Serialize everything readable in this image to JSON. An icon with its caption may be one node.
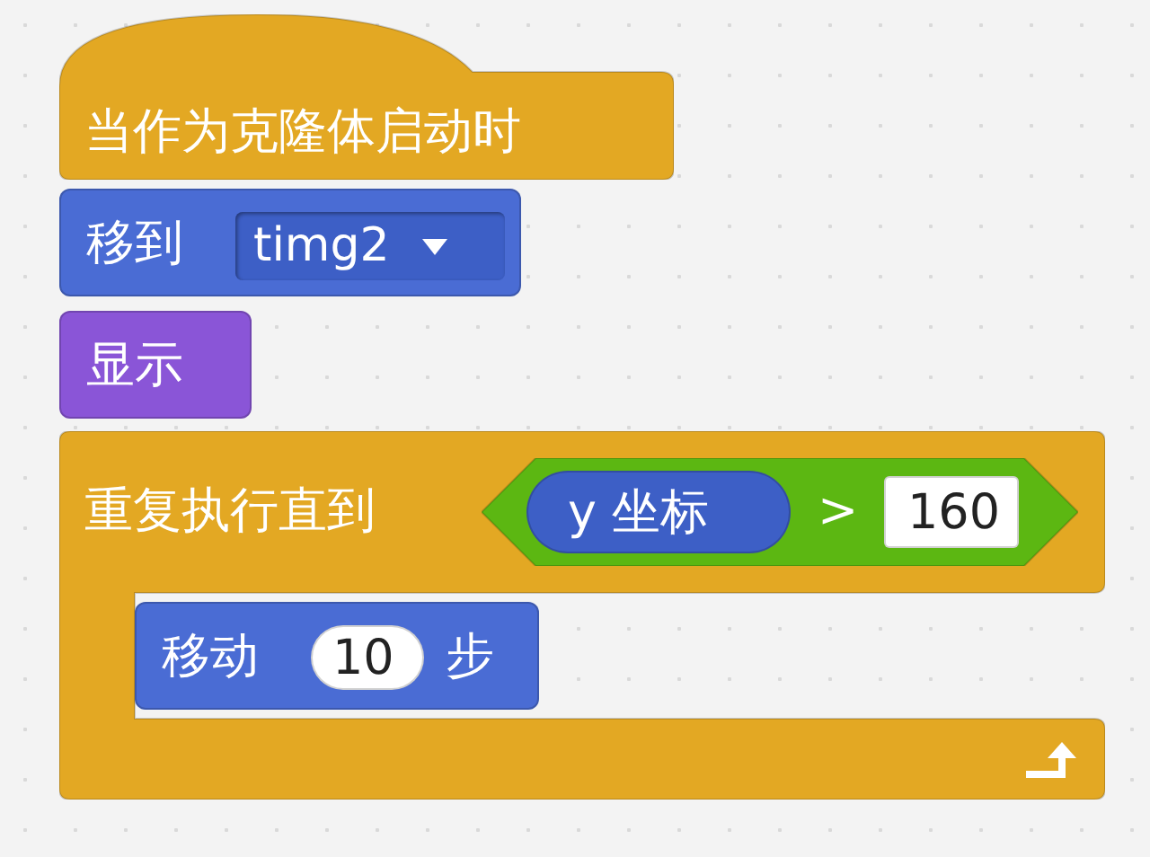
{
  "diagram": {
    "nodes": [
      {
        "text": [
          "当作为克隆体启动时"
        ]
      },
      {
        "text": [
          "移到"
        ]
      },
      {
        "text": [
          "timg2"
        ],
        "in": 1
      },
      {
        "text": [
          "显示"
        ]
      },
      {
        "text": [
          "重复执行直到"
        ]
      },
      {
        "text": [
          ">"
        ],
        "in": 4
      },
      {
        "text": [
          "y 坐标"
        ],
        "in": 5
      },
      {
        "text": [
          "160"
        ],
        "in": 5
      },
      {
        "text": [
          "移动",
          "步"
        ],
        "in": 4
      },
      {
        "text": [
          "10"
        ],
        "in": 8
      }
    ]
  }
}
